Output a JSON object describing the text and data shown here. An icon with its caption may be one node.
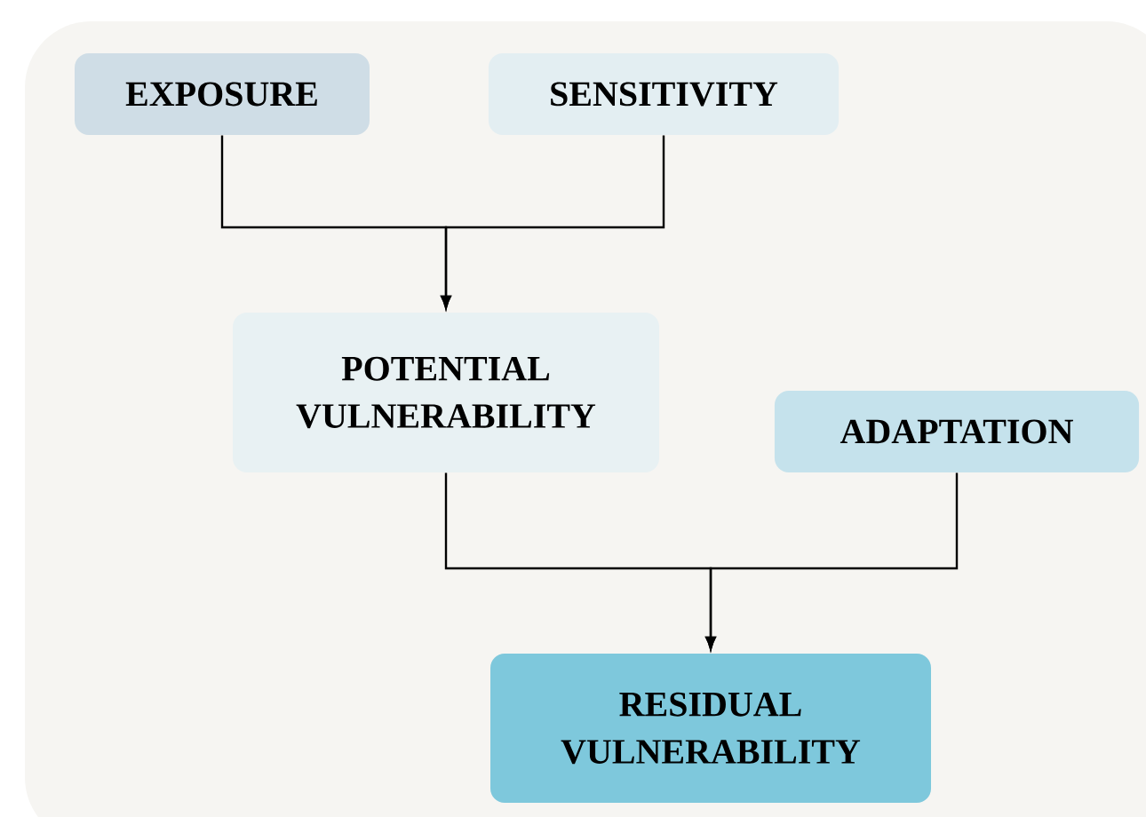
{
  "diagram": {
    "nodes": [
      {
        "text": [
          "EXPOSURE"
        ]
      },
      {
        "text": [
          "SENSITIVITY"
        ]
      },
      {
        "text": [
          "POTENTIAL VULNERABILITY"
        ]
      },
      {
        "text": [
          "ADAPTATION"
        ]
      },
      {
        "text": [
          "RESIDUAL VULNERABILITY"
        ]
      }
    ],
    "edges": [
      {
        "from": 0,
        "to": 2,
        "arrow": "to"
      },
      {
        "from": 1,
        "to": 2,
        "arrow": "to"
      },
      {
        "from": 2,
        "to": 4,
        "arrow": "to"
      },
      {
        "from": 3,
        "to": 4,
        "arrow": "to"
      }
    ]
  }
}
